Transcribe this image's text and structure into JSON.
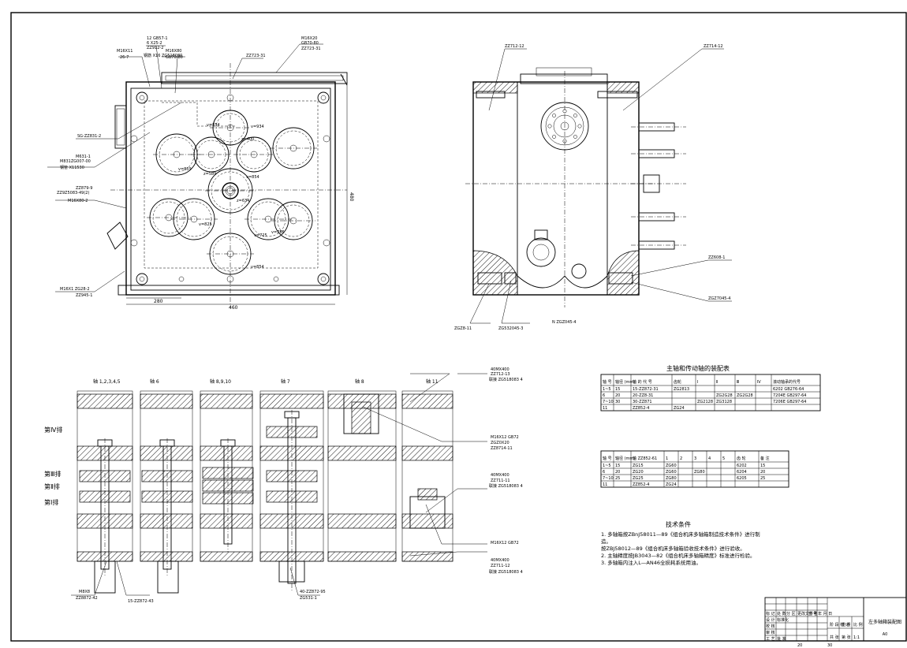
{
  "front_view": {
    "callouts_top": [
      "M16X11",
      "26-7",
      "12 GB57-1",
      "6 X25-2",
      "ZZ912-2",
      "钢筋 X16 ZG518080",
      "M16X80",
      "GB70-80",
      "ZZ723-31",
      "M16X20",
      "GB70-80",
      "ZZ723-31"
    ],
    "callouts_left": [
      "SG-ZZ831-2",
      "M631-1",
      "M831ZG007-00",
      "钢管 X11530",
      "ZZ879-9",
      "ZZ9Z5083-49(2)",
      "M16X80-2",
      "M16X1 ZG28-2",
      "ZZ945-1"
    ],
    "gear_labels": [
      "v=934",
      "v=854",
      "z=400",
      "v=859",
      "z=589",
      "z=634",
      "v=825",
      "v=725",
      "v=785",
      "v=854",
      "v=854"
    ],
    "dim_width": "460",
    "dim_half": "280",
    "dim_height": "480"
  },
  "side_view": {
    "callouts": [
      "ZZ712-12",
      "ZZ714-12",
      "ZZ608-1",
      "ZGZ8-11",
      "ZG532045-3",
      "ZGZ7045-4",
      "N ZGZ045-4"
    ]
  },
  "section_view": {
    "column_labels": [
      "轴 1,2,3,4,5",
      "轴 6",
      "轴 8,9,10",
      "轴 7",
      "轴 8",
      "轴 11"
    ],
    "row_labels": [
      "第Ⅳ排",
      "第Ⅲ排",
      "第Ⅱ排",
      "第Ⅰ排"
    ],
    "callouts_right": [
      "40MX400",
      "ZZ712-13",
      "联接 ZG518083 4",
      "M16X12 GB72",
      "ZGZ0X20",
      "ZZ8714-11",
      "40MX400",
      "ZZ711-11",
      "联接 ZG518083 4",
      "M16X12 GB72",
      "40MX400",
      "ZZ711-12",
      "联接 ZG518083 4"
    ],
    "callouts_bottom": [
      "M8X8",
      "ZZ8872-42",
      "15-ZZ872-43",
      "40-ZZ872-95",
      "ZG531-1"
    ]
  },
  "assembly_table": {
    "title": "主轴和传动轴的装配表",
    "headers": [
      "轴 号",
      "轴径 (mm)",
      "轴 的 代 号",
      "齿轮",
      "Ⅰ",
      "Ⅱ",
      "Ⅲ",
      "Ⅳ",
      "滚动轴承的代号"
    ],
    "rows": [
      [
        "1~5",
        "15",
        "15-ZZ872-31",
        "ZG2813",
        "",
        "",
        "",
        "",
        "6202 GB276-64"
      ],
      [
        "6",
        "20",
        "20-ZZ8-31",
        "",
        "",
        "ZG2G28",
        "ZG2G28",
        "",
        "7204E GB297-64"
      ],
      [
        "7~10",
        "30",
        "30-ZZ871",
        "",
        "ZG2128",
        "ZG3128",
        "",
        "",
        "7206E GB297-64"
      ],
      [
        "11",
        "",
        "ZZ852-4",
        "ZG24",
        "",
        "",
        "",
        "",
        ""
      ]
    ]
  },
  "param_table": {
    "headers": [
      "轴 号",
      "轴径 (mm)",
      "轴 ZZ852-61",
      "1",
      "2",
      "3",
      "4",
      "5",
      "齿 轮",
      "备 注"
    ],
    "rows": [
      [
        "1~5",
        "15",
        "ZG15",
        "ZG60",
        "",
        "",
        "",
        "",
        "6202",
        "15"
      ],
      [
        "6",
        "20",
        "ZG20",
        "ZG60",
        "",
        "ZG80",
        "",
        "",
        "6204",
        "20"
      ],
      [
        "7~10",
        "25",
        "ZG25",
        "ZG80",
        "",
        "",
        "",
        "",
        "6205",
        "25"
      ],
      [
        "11",
        "",
        "ZZ852-4",
        "ZG24",
        "",
        "",
        "",
        "",
        "",
        ""
      ]
    ]
  },
  "tech_req": {
    "title": "技术条件",
    "lines": [
      "1. 多轴箱按ZBnJ58011—89《组合机床多轴箱制造技术条件》进行制",
      "造。",
      "   按ZBJ58012—89《组合机床多轴箱验收技术条件》进行验收。",
      "2. 主轴精度按JB3043—82《组合机床多轴箱精度》标准进行检验。",
      "3. 多轴箱内注入L—AN46全损耗系统用油。"
    ]
  },
  "title_block": {
    "drawing_title": "左多轴箱装配图",
    "sheet_size": "A0",
    "cells": [
      "标 记",
      "处 数",
      "分 区",
      "更改文件号",
      "签 名",
      "年 月 日",
      "设 计",
      "标准化",
      "校 核",
      "审 核",
      "工 艺",
      "批 准",
      "阶 段 标 记",
      "重 量",
      "比 例",
      "共 张",
      "第 张",
      "1:1",
      "20",
      "30"
    ]
  }
}
